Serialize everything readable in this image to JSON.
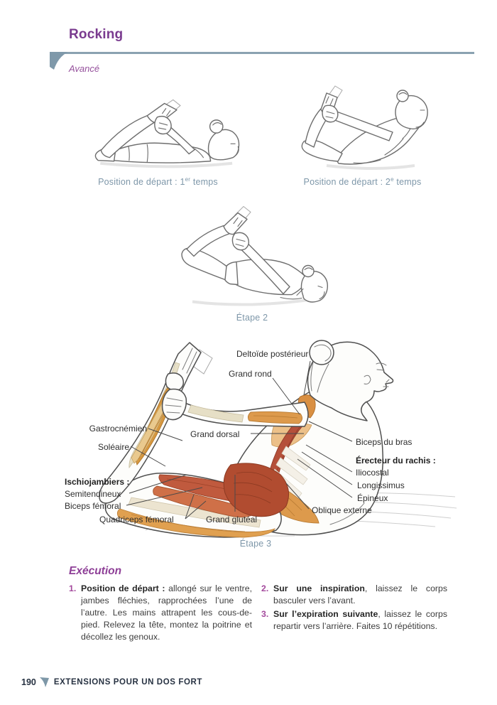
{
  "header": {
    "title": "Rocking",
    "level": "Avancé"
  },
  "captions": {
    "fig1": {
      "prefix": "Position de départ : 1",
      "sup": "er",
      "suffix": " temps"
    },
    "fig2": {
      "prefix": "Position de départ : 2",
      "sup": "e",
      "suffix": " temps"
    },
    "step2": "Étape 2",
    "step3": "Étape 3"
  },
  "anatomy_labels": {
    "deltoide": "Deltoïde postérieur",
    "grand_rond": "Grand rond",
    "grand_dorsal": "Grand dorsal",
    "gastrocnemien": "Gastrocnémien",
    "soleaire": "Soléaire",
    "ischio_header": "Ischiojambiers :",
    "semitendineux": "Semitendineux",
    "biceps_femoral": "Biceps fémoral",
    "quadriceps": "Quadriceps fémoral",
    "grand_gluteal": "Grand glutéal",
    "biceps_bras": "Biceps du bras",
    "erecteur_header": "Érecteur du rachis :",
    "iliocostal": "Iliocostal",
    "longissimus": "Longissimus",
    "epineux": "Épineux",
    "oblique": "Oblique externe"
  },
  "execution": {
    "heading": "Exécution",
    "items": [
      {
        "num": "1.",
        "bold": "Position de départ :",
        "rest": " allongé sur le ventre, jambes fléchies, rapprochées l’une de l’autre. Les mains attrapent les cous-de-pied. Relevez la tête, montez la poitrine et décollez les genoux."
      },
      {
        "num": "2.",
        "bold": "Sur une inspiration",
        "rest": ", laissez le corps basculer vers l’avant."
      },
      {
        "num": "3.",
        "bold": "Sur l’expiration suivante",
        "rest": ", laissez le corps repartir vers l’arrière. Faites 10 répétitions."
      }
    ]
  },
  "footer": {
    "page_number": "190",
    "section": "EXTENSIONS POUR UN DOS FORT"
  },
  "colors": {
    "accent_purple": "#7a3b8f",
    "italic_purple": "#95509c",
    "number_purple": "#a44a9d",
    "caption_blue": "#7e97a9",
    "rule_blue": "#8aa2b1",
    "muscle_orange": "#dd9a4c",
    "muscle_red": "#b5503a",
    "tendon_cream": "#e6dfc6"
  }
}
